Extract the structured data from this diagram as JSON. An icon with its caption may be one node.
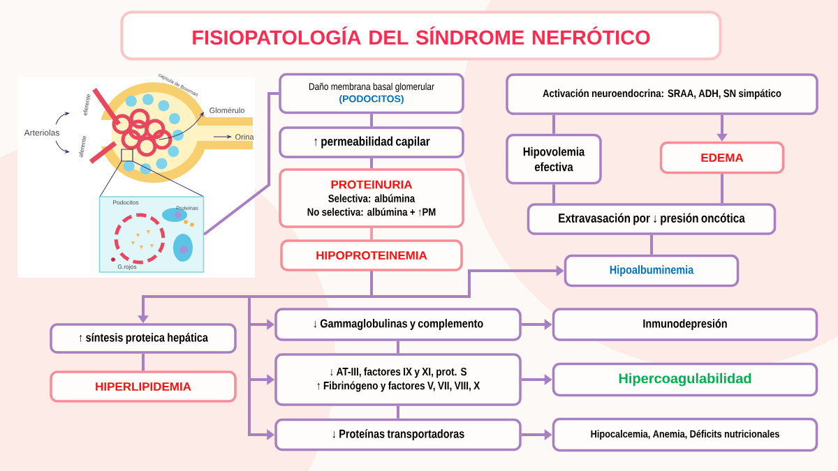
{
  "diagram": {
    "title": "FISIOPATOLOGÍA DEL SÍNDROME NEFRÓTICO",
    "nodes": [
      {
        "text": [],
        "shape": "picture"
      },
      {
        "text": [
          "Daño membrana basal glomerular",
          "(PODOCITOS)"
        ]
      },
      {
        "text": [
          "↑ permeabilidad capilar"
        ]
      },
      {
        "text": [
          "PROTEINURIA",
          "Selectiva: albúmina",
          "No selectiva: albúmina + ↑PM"
        ]
      },
      {
        "text": [
          "HIPOPROTEINEMIA"
        ]
      },
      {
        "text": [
          "Activación neuroendocrina: SRAA, ADH, SN simpático"
        ]
      },
      {
        "text": [
          "Hipovolemia efectiva"
        ]
      },
      {
        "text": [
          "EDEMA"
        ]
      },
      {
        "text": [
          "Extravasación por ↓ presión oncótica"
        ]
      },
      {
        "text": [
          "Hipoalbuminemia"
        ]
      },
      {
        "text": [
          "↑ síntesis proteica hepática"
        ]
      },
      {
        "text": [
          "HIPERLIPIDEMIA"
        ]
      },
      {
        "text": [
          "↓ Gammaglobulinas y complemento"
        ]
      },
      {
        "text": [
          "↓ AT-III, factores IX y XI, prot. S",
          "↑ Fibrinógeno y factores V, VII, VIII, X"
        ]
      },
      {
        "text": [
          "↓ Proteínas transportadoras"
        ]
      },
      {
        "text": [
          "Inmunodepresión"
        ]
      },
      {
        "text": [
          "Hipercoagulabilidad"
        ]
      },
      {
        "text": [
          "Hipocalcemia, Anemia, Déficits nutricionales"
        ]
      }
    ],
    "edges": [
      {
        "from": 0,
        "to": 1,
        "arrow": "none"
      },
      {
        "from": 1,
        "to": 2,
        "arrow": "none"
      },
      {
        "from": 2,
        "to": 3,
        "arrow": "none"
      },
      {
        "from": 3,
        "to": 4,
        "arrow": "none",
        "color": "#f49aa6"
      },
      {
        "from": 5,
        "to": 6,
        "arrow": "none"
      },
      {
        "from": 5,
        "to": 7,
        "arrow": "to"
      },
      {
        "from": 6,
        "to": 8,
        "arrow": "none"
      },
      {
        "from": 7,
        "to": 8,
        "arrow": "none"
      },
      {
        "from": 8,
        "to": 9,
        "arrow": "none"
      },
      {
        "from": 4,
        "to": 9,
        "arrow": "to"
      },
      {
        "from": 4,
        "to": 10,
        "arrow": "to"
      },
      {
        "from": 4,
        "to": 12,
        "arrow": "to"
      },
      {
        "from": 4,
        "to": 13,
        "arrow": "to"
      },
      {
        "from": 4,
        "to": 14,
        "arrow": "to"
      },
      {
        "from": 10,
        "to": 11,
        "arrow": "none"
      },
      {
        "from": 12,
        "to": 13,
        "arrow": "none"
      },
      {
        "from": 13,
        "to": 14,
        "arrow": "none"
      },
      {
        "from": 12,
        "to": 15,
        "arrow": "to"
      },
      {
        "from": 13,
        "to": 16,
        "arrow": "to"
      },
      {
        "from": 14,
        "to": 17,
        "arrow": "to"
      }
    ],
    "labels": [
      "capsula de Bowman",
      "eferente",
      "Glomérulo",
      "Arteriolas",
      "Orina",
      "aferente",
      "Podocitos",
      "Proteinas",
      "G.rojos"
    ]
  }
}
